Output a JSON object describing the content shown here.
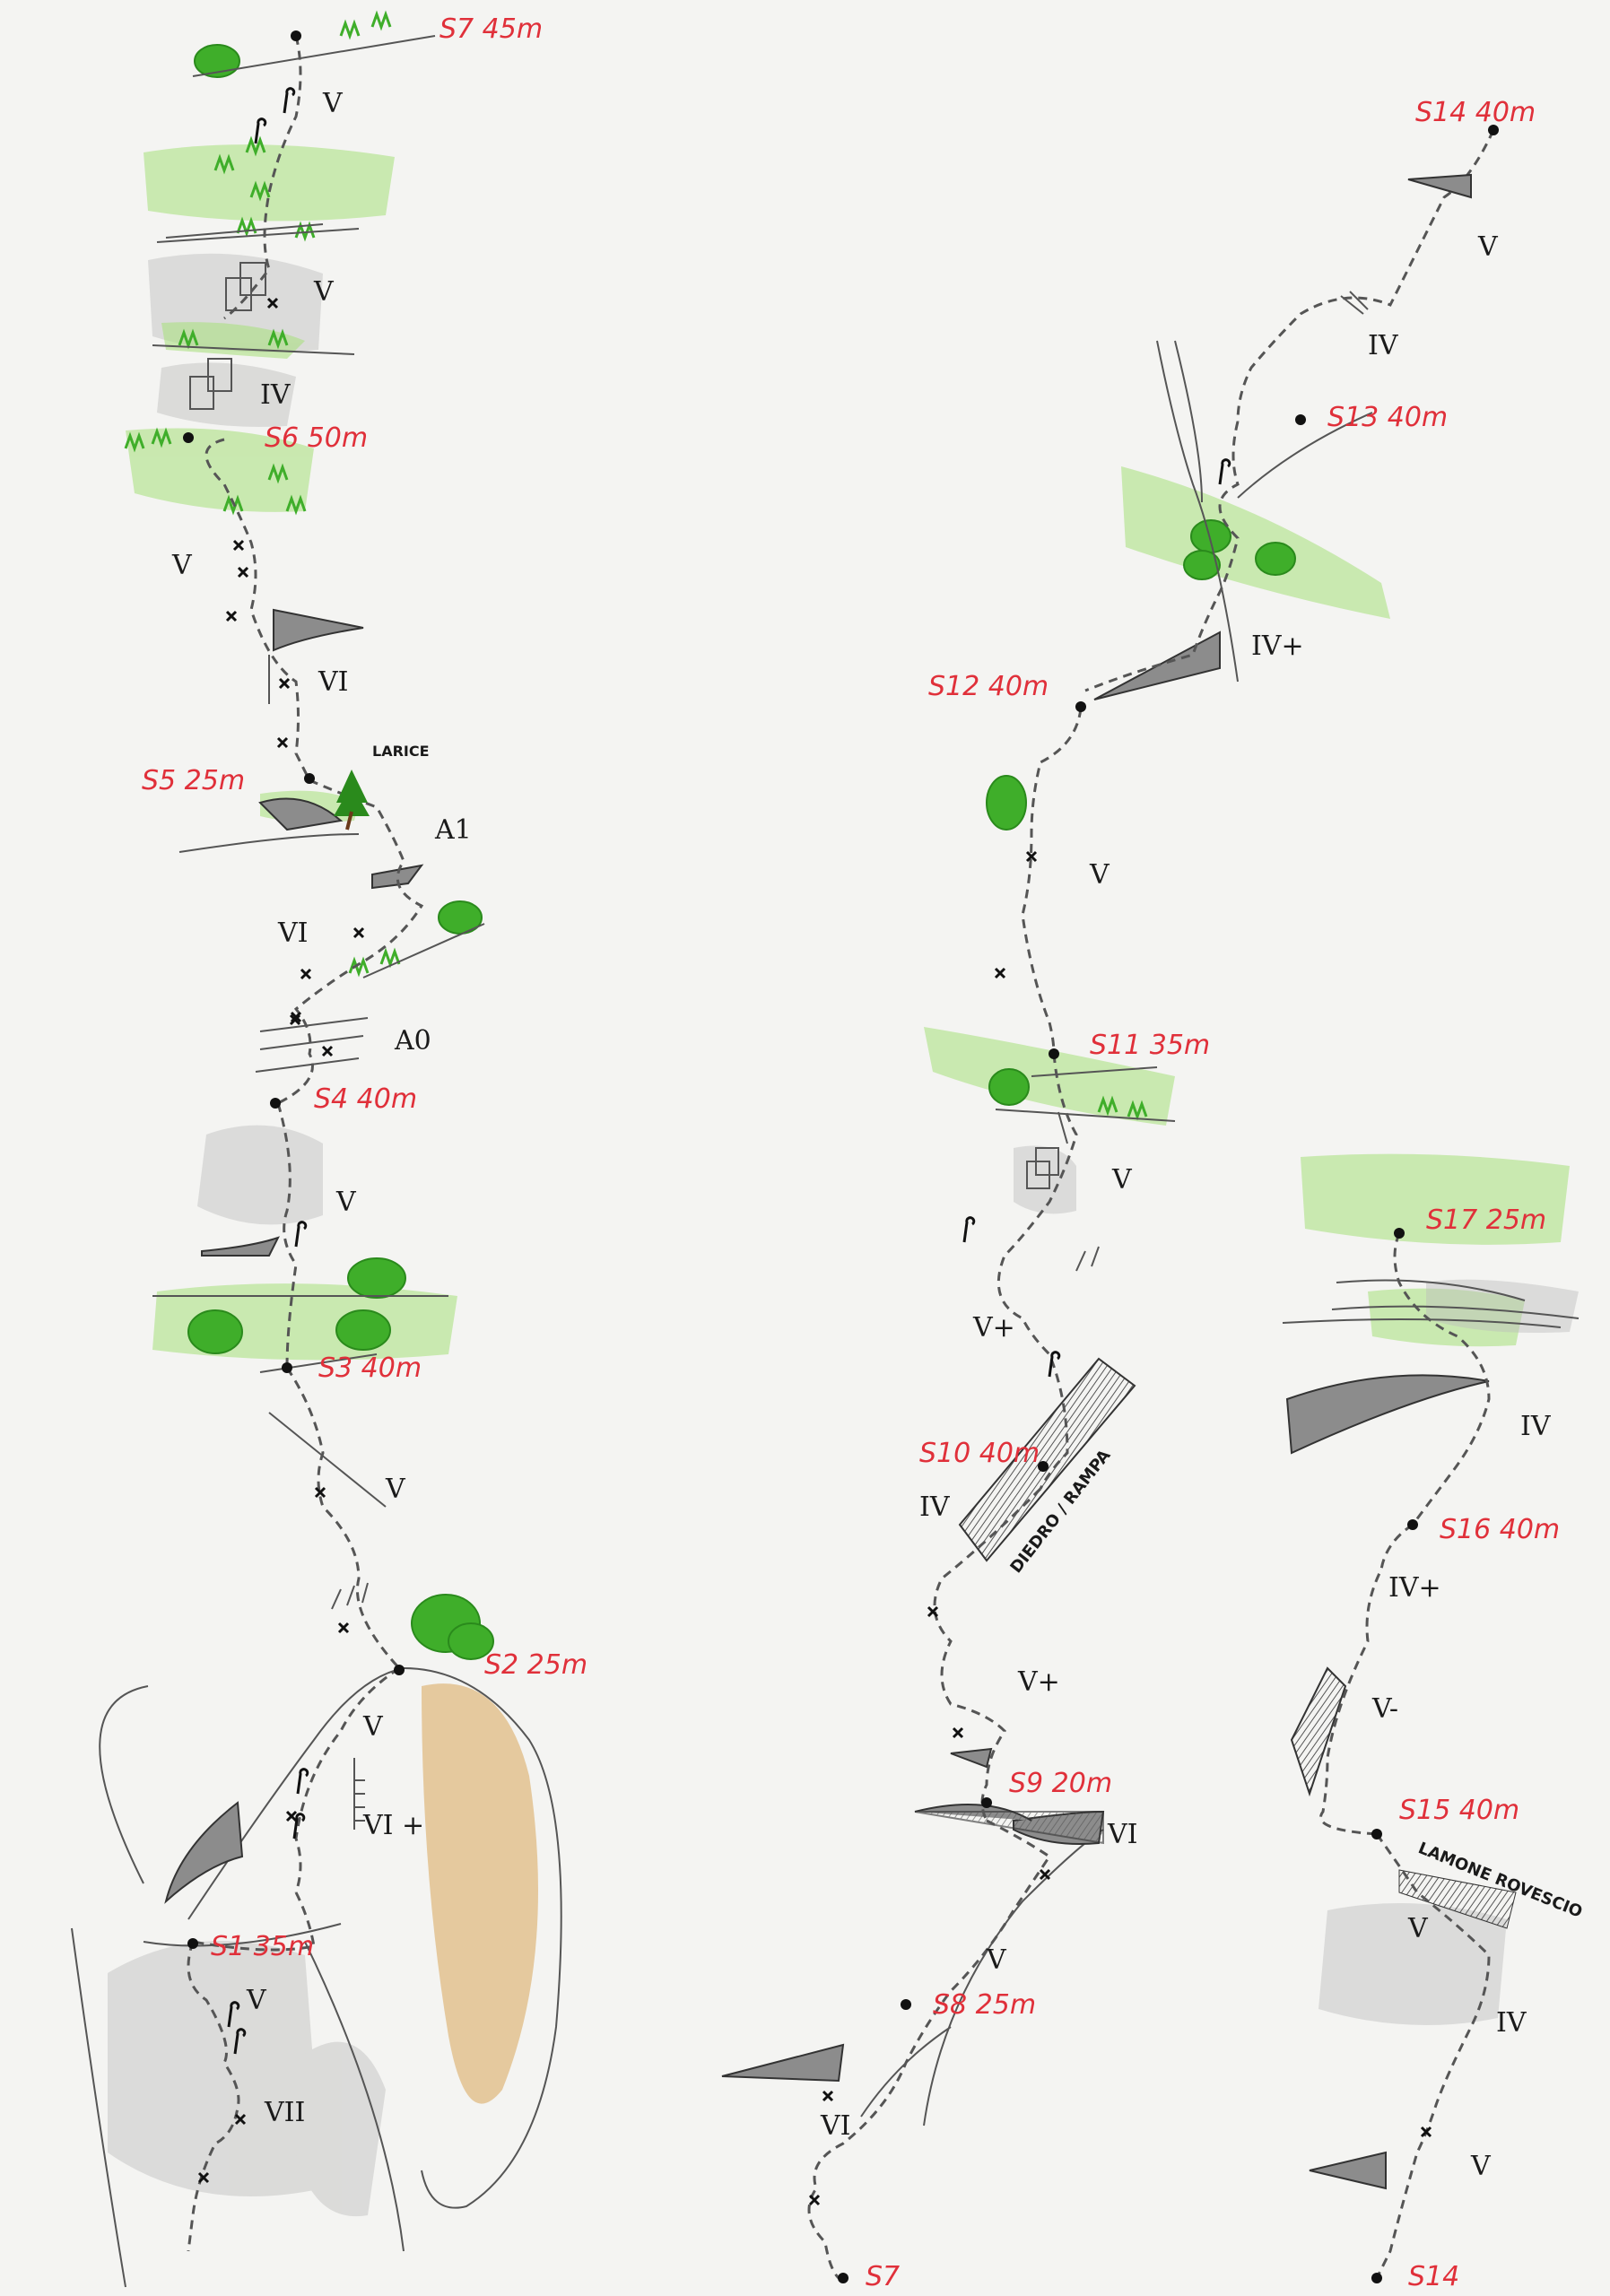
{
  "topo": {
    "belays": [
      {
        "id": "s1",
        "label": "S1 35m"
      },
      {
        "id": "s2",
        "label": "S2 25m"
      },
      {
        "id": "s3",
        "label": "S3 40m"
      },
      {
        "id": "s4",
        "label": "S4 40m"
      },
      {
        "id": "s5",
        "label": "S5 25m"
      },
      {
        "id": "s6",
        "label": "S6 50m"
      },
      {
        "id": "s7",
        "label": "S7 45m"
      },
      {
        "id": "s7b",
        "label": "S7"
      },
      {
        "id": "s8",
        "label": "S8 25m"
      },
      {
        "id": "s9",
        "label": "S9 20m"
      },
      {
        "id": "s10",
        "label": "S10 40m"
      },
      {
        "id": "s11",
        "label": "S11 35m"
      },
      {
        "id": "s12",
        "label": "S12 40m"
      },
      {
        "id": "s13",
        "label": "S13 40m"
      },
      {
        "id": "s14",
        "label": "S14 40m"
      },
      {
        "id": "s14b",
        "label": "S14"
      },
      {
        "id": "s15",
        "label": "S15 40m"
      },
      {
        "id": "s16",
        "label": "S16 40m"
      },
      {
        "id": "s17",
        "label": "S17 25m"
      }
    ],
    "grades": {
      "g1": "VII",
      "g2": "V",
      "g3": "VI +",
      "g4": "V",
      "g5": "V",
      "g6": "V",
      "g7": "A0",
      "g8": "VI",
      "g9": "A1",
      "g10": "VI",
      "g11": "V",
      "g12": "IV",
      "g13": "V",
      "g14": "V",
      "g15": "VI",
      "g16": "V",
      "g17": "VI",
      "g18": "V+",
      "g19": "IV",
      "g20": "V+",
      "g21": "V",
      "g22": "V",
      "g23": "IV+",
      "g24": "IV",
      "g25": "V",
      "g26": "V",
      "g27": "IV",
      "g28": "V",
      "g29": "V-",
      "g30": "IV+",
      "g31": "IV"
    },
    "notes": {
      "larice": "LARICE",
      "diedro": "DIEDRO / RAMPA",
      "lamone": "LAMONE ROVESCIO"
    },
    "colors": {
      "belay_label": "#e0303a",
      "vegetation": "#7ccf3a",
      "bush": "#3fae2a",
      "rock_shading": "#b5b5b5",
      "ochre": "#d9a55a",
      "route": "#555555"
    }
  }
}
